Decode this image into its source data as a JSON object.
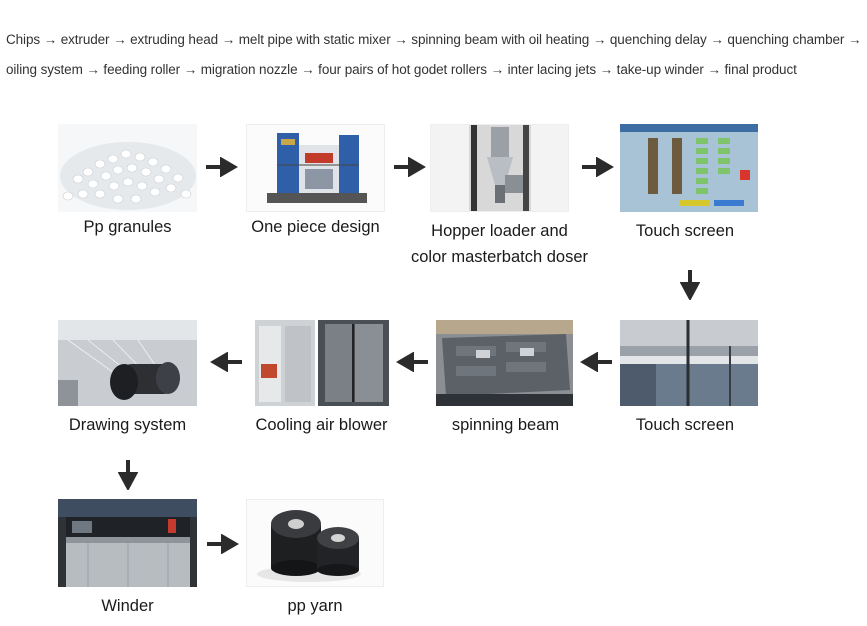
{
  "intro": {
    "line1": "Chips → extruder → extruding head → melt pipe with static mixer → spinning beam with oil heating → quenching delay → quenching chamber →",
    "line2": "oiling system → feeding roller → migration nozzle → four pairs of hot godet rollers → inter lacing jets → take-up winder → final product"
  },
  "steps": [
    {
      "label": "Pp granules",
      "image": "plastic-granules-photo"
    },
    {
      "label": "One piece design",
      "image": "spinning-machine-photo"
    },
    {
      "label": "Hopper loader and\ncolor masterbatch doser",
      "image": "hopper-loader-photo"
    },
    {
      "label": "Touch screen",
      "image": "touch-screen-panel-photo"
    },
    {
      "label": "Touch screen",
      "image": "quench-chamber-photo"
    },
    {
      "label": "spinning beam",
      "image": "spinning-beam-photo"
    },
    {
      "label": "Cooling air blower",
      "image": "air-blower-cabinet-photo"
    },
    {
      "label": "Drawing system",
      "image": "godet-rollers-photo"
    },
    {
      "label": "Winder",
      "image": "winder-machine-photo"
    },
    {
      "label": "pp yarn",
      "image": "yarn-bobbins-photo"
    }
  ],
  "colors": {
    "arrow": "#2b2b2b",
    "text": "#1a1a1a"
  }
}
